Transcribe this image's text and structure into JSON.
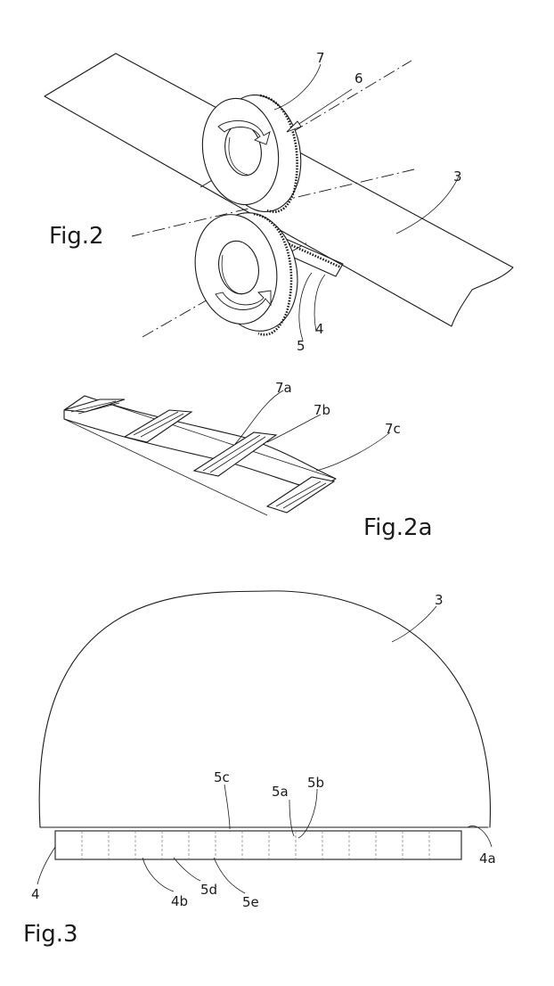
{
  "figures": {
    "fig2": "Fig.2",
    "fig2a": "Fig.2a",
    "fig3": "Fig.3"
  },
  "references": {
    "fig2": [
      "7",
      "6",
      "3",
      "4",
      "5"
    ],
    "fig2a": [
      "7a",
      "7b",
      "7c"
    ],
    "fig3": [
      "3",
      "5c",
      "5a",
      "5b",
      "4a",
      "4",
      "4b",
      "5d",
      "5e"
    ]
  }
}
